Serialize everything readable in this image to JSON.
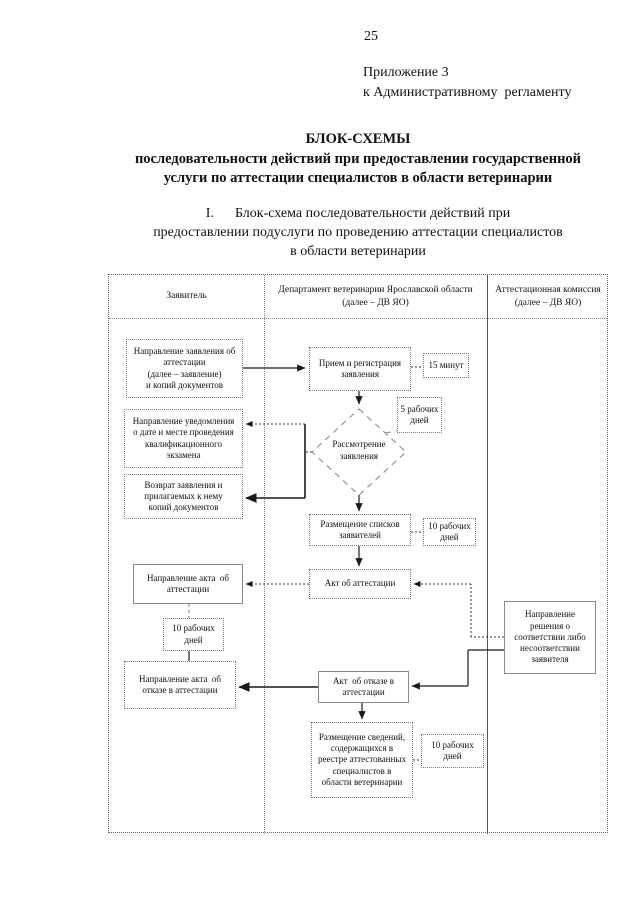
{
  "page_number": "25",
  "appendix": {
    "line1": "Приложение 3",
    "line2": "к Административному  регламенту"
  },
  "title": "БЛОК-СХЕМЫ\nпоследовательности действий при предоставлении государственной\nуслуги по аттестации специалистов в области ветеринарии",
  "section_heading": "I.      Блок-схема последовательности действий при\nпредоставлении подуслуги по проведению аттестации специалистов\nв области ветеринарии",
  "columns": {
    "applicant": "Заявитель",
    "department": "Департамент ветеринарии Ярославской области\n(далее – ДВ ЯО)",
    "commission": "Аттестационная комиссия\n(далее – ДВ ЯО)"
  },
  "nodes": {
    "send_application": "Направление заявления об\nаттестации\n(далее – заявление)\nи копий документов",
    "exam_notification": "Направление уведомления\nо дате и месте проведения\nквалификационного\nэкзамена",
    "return_application": "Возврат заявления и\nприлагаемых к нему\nкопий документов",
    "send_attestation_act": "Направление акта  об\nаттестации",
    "term_10_days_left": "10 рабочих\nдней",
    "send_refusal_act": "Направление акта  об\nотказе в аттестации",
    "receive_register": "Прием и регистрация\nзаявления",
    "term_15_min": "15 минут",
    "term_5_days": "5 рабочих\nдней",
    "review_application": "Рассмотрение\nзаявления",
    "publish_lists": "Размещение списков\nзаявителей",
    "term_10_days_lists": "10 рабочих\nдней",
    "attestation_act": "Акт об аттестации",
    "refusal_act": "Акт  об отказе в\nаттестации",
    "register_publication": "Размещение сведений,\nсодержащихся в\nреестре аттестованных\nспециалистов в\nобласти ветеринарии",
    "term_10_days_register": "10 рабочих\nдней",
    "compliance_decision": "Направление\nрешения о\nсоответствии либо\nнесоответствии\nзаявителя"
  }
}
